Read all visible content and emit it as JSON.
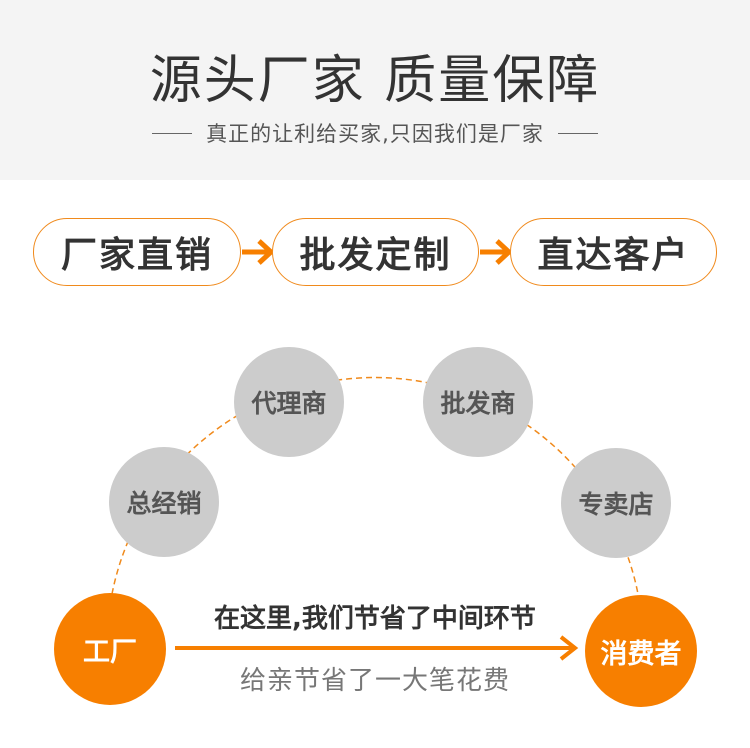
{
  "header": {
    "title": "源头厂家 质量保障",
    "subtitle": "真正的让利给买家,只因我们是厂家",
    "background": "#f4f4f4"
  },
  "steps": [
    {
      "label": "厂家直销"
    },
    {
      "label": "批发定制"
    },
    {
      "label": "直达客户"
    }
  ],
  "intermediaries": [
    {
      "label": "总经销"
    },
    {
      "label": "代理商"
    },
    {
      "label": "批发商"
    },
    {
      "label": "专卖店"
    }
  ],
  "flow": {
    "start": "工厂",
    "end": "消费者",
    "headline": "在这里,我们节省了中间环节",
    "subline": "给亲节省了一大笔花费"
  },
  "colors": {
    "accent": "#f77f00",
    "node_gray": "#cccccc",
    "text_dark": "#333333"
  },
  "icons": [
    "arrow-right-icon",
    "dashed-arc"
  ]
}
